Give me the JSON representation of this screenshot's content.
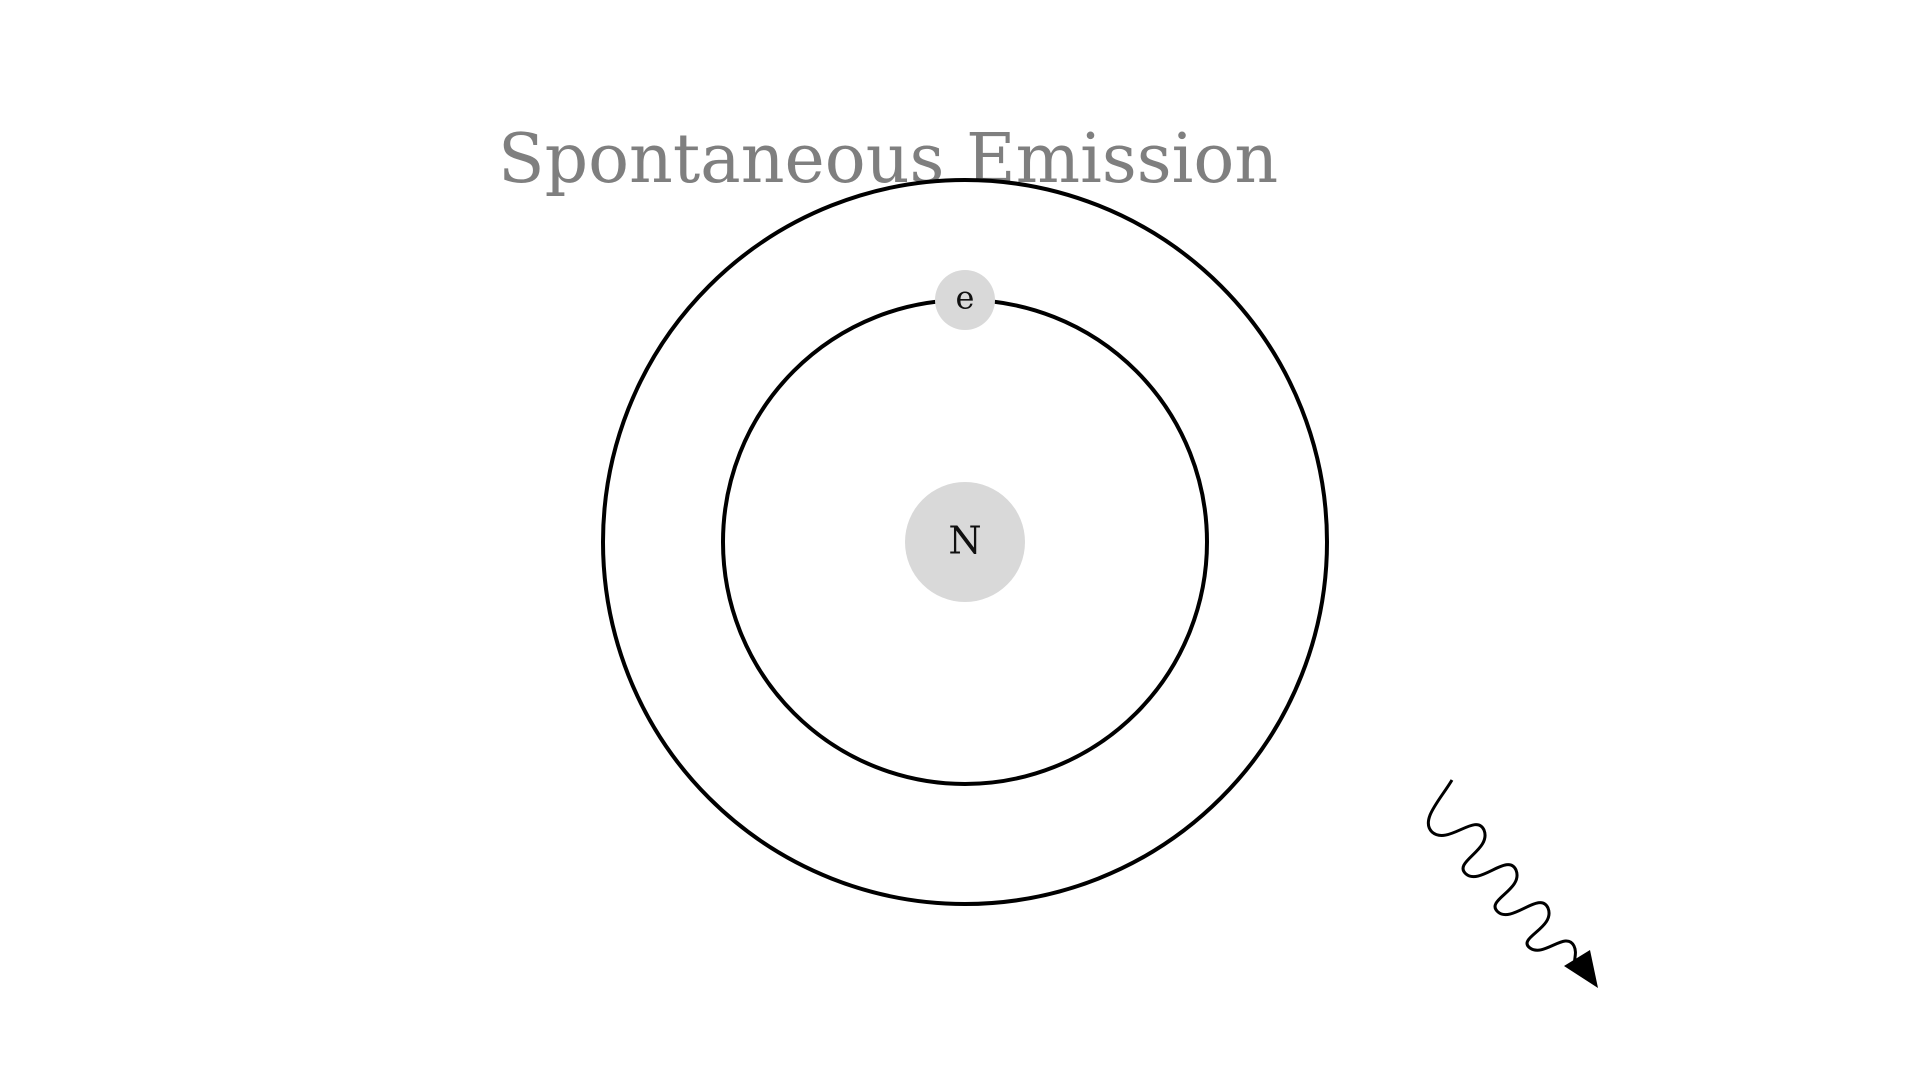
{
  "diagram": {
    "title": "Spontaneous Emission",
    "nucleus": {
      "label": "N",
      "fill_color": "#d9d9d9"
    },
    "electron": {
      "label": "e",
      "fill_color": "#d9d9d9"
    },
    "orbits": [
      {
        "name": "inner-orbit"
      },
      {
        "name": "outer-orbit"
      }
    ],
    "photon": {
      "name": "emitted-photon"
    },
    "colors": {
      "title": "#7f7f7f",
      "stroke": "#000000",
      "background": "#ffffff"
    }
  }
}
